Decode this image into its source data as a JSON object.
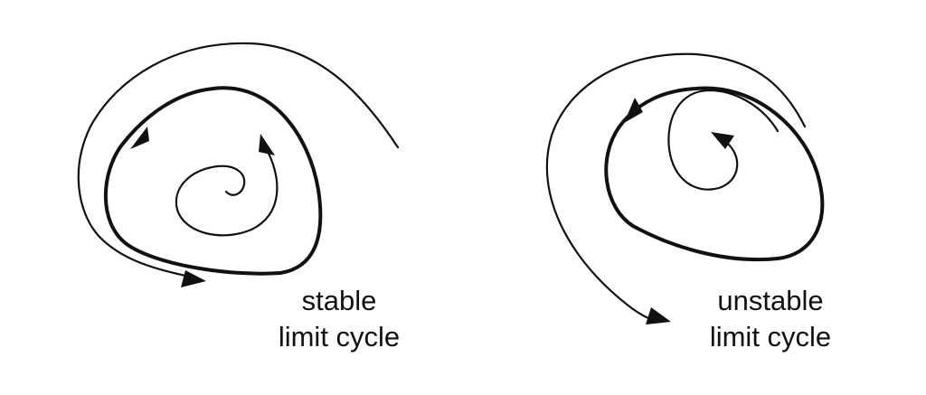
{
  "diagrams": [
    {
      "id": "stable",
      "caption_line1": "stable",
      "caption_line2": "limit cycle"
    },
    {
      "id": "unstable",
      "caption_line1": "unstable",
      "caption_line2": "limit cycle"
    }
  ],
  "colors": {
    "stroke": "#111111",
    "background": "#ffffff"
  }
}
